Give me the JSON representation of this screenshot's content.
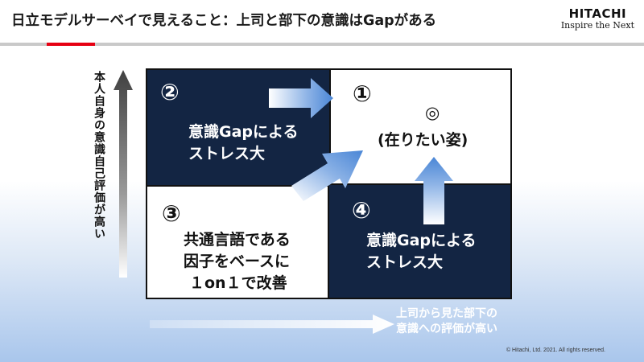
{
  "header": {
    "title": "日立モデルサーベイで見えること：上司と部下の意識はGapがある",
    "logo_main": "HITACHI",
    "logo_sub": "Inspire the Next"
  },
  "quadrants": {
    "q1": {
      "number": "①",
      "symbol": "◎",
      "text": "(在りたい姿)"
    },
    "q2": {
      "number": "②",
      "line1": "意識Gapによる",
      "line2": "ストレス大"
    },
    "q3": {
      "number": "③",
      "line1": "共通言語である",
      "line2": "因子をベースに",
      "line3": "１on１で改善"
    },
    "q4": {
      "number": "④",
      "line1": "意識Gapによる",
      "line2": "ストレス大"
    }
  },
  "axes": {
    "y_label": "本人自身の意識自己評価が高い",
    "x_label_line1": "上司から見た部下の",
    "x_label_line2": "意識への評価が高い"
  },
  "footer": {
    "copyright": "© Hitachi, Ltd. 2021. All rights reserved."
  },
  "colors": {
    "dark_quadrant": "#132543",
    "brand_red": "#e60012",
    "arrow_blue": "#4a86d6"
  }
}
